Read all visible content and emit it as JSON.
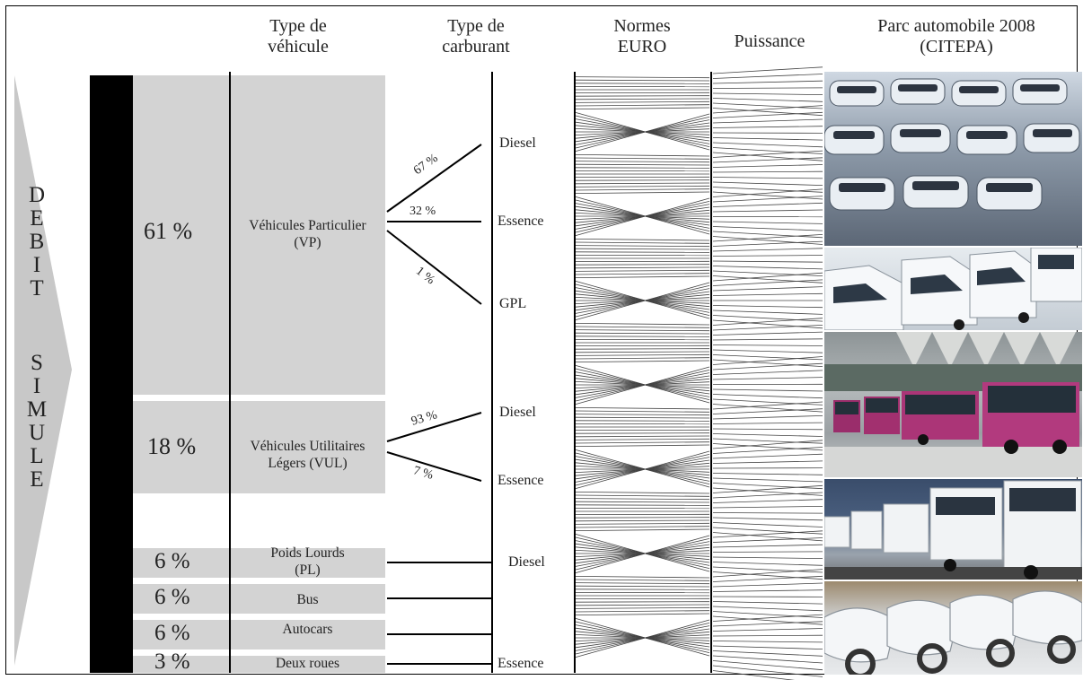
{
  "headers": {
    "vehicle_type": [
      "Type de",
      "véhicule"
    ],
    "fuel_type": [
      "Type de",
      "carburant"
    ],
    "euro": [
      "Normes",
      "EURO"
    ],
    "power": "Puissance",
    "fleet": [
      "Parc automobile 2008",
      "(CITEPA)"
    ]
  },
  "side_label": {
    "word1": [
      "D",
      "E",
      "B",
      "I",
      "T"
    ],
    "word2": [
      "S",
      "I",
      "M",
      "U",
      "L",
      "E"
    ]
  },
  "categories": [
    {
      "pct": "61 %",
      "label": [
        "Véhicules Particulier",
        "(VP)"
      ]
    },
    {
      "pct": "18 %",
      "label": [
        "Véhicules Utilitaires",
        "Légers (VUL)"
      ]
    },
    {
      "pct": "6 %",
      "label": [
        "Poids Lourds",
        "(PL)"
      ]
    },
    {
      "pct": "6 %",
      "label": [
        "Bus"
      ]
    },
    {
      "pct": "6 %",
      "label": [
        "Autocars"
      ]
    },
    {
      "pct": "3 %",
      "label": [
        "Deux roues"
      ]
    }
  ],
  "fuels": {
    "vp": [
      {
        "name": "Diesel",
        "share": "67 %"
      },
      {
        "name": "Essence",
        "share": "32 %"
      },
      {
        "name": "GPL",
        "share": "1 %"
      }
    ],
    "vul": [
      {
        "name": "Diesel",
        "share": "93 %"
      },
      {
        "name": "Essence",
        "share": "7 %"
      }
    ],
    "pl": {
      "name": "Diesel"
    },
    "two_wheel": {
      "name": "Essence"
    }
  },
  "photos": [
    {
      "subject": "passenger cars",
      "icon": "car-fleet"
    },
    {
      "subject": "light utility vans",
      "icon": "van-fleet"
    },
    {
      "subject": "buses",
      "icon": "bus-fleet"
    },
    {
      "subject": "trucks",
      "icon": "truck-fleet"
    },
    {
      "subject": "scooters",
      "icon": "scooter-fleet"
    }
  ]
}
